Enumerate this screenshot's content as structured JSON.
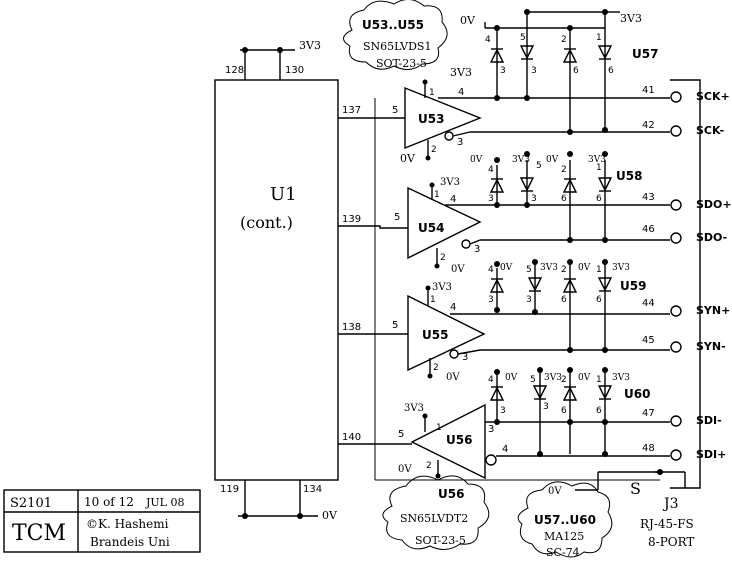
{
  "u1": {
    "name": "U1",
    "subtitle": "(cont.)"
  },
  "u1_pins": {
    "p128": "128",
    "p130": "130",
    "p119": "119",
    "p134": "134",
    "p137": "137",
    "p139": "139",
    "p138": "138",
    "p140": "140"
  },
  "rails": {
    "v33": "3V3",
    "v0": "0V"
  },
  "drivers": {
    "u53": {
      "label": "U53",
      "in_pin": "5",
      "vcc_pin": "1",
      "pos_pin": "4",
      "neg_pin": "3",
      "gnd_pin": "2"
    },
    "u54": {
      "label": "U54",
      "in_pin": "5",
      "vcc_pin": "1",
      "pos_pin": "4",
      "neg_pin": "3",
      "gnd_pin": "2"
    },
    "u55": {
      "label": "U55",
      "in_pin": "5",
      "vcc_pin": "1",
      "pos_pin": "4",
      "neg_pin": "3",
      "gnd_pin": "2"
    },
    "u56": {
      "label": "U56",
      "in_pin": "5",
      "vcc_pin": "1",
      "pos_pin": "3",
      "neg_pin": "4",
      "gnd_pin": "2"
    }
  },
  "protection": {
    "u57": "U57",
    "u58": "U58",
    "u59": "U59",
    "u60": "U60",
    "diode_pins_top": [
      "4",
      "5",
      "2",
      "1"
    ],
    "diode_pins_bottom": [
      "3",
      "3",
      "6",
      "6"
    ]
  },
  "connector": {
    "name": "J3",
    "desc_line1": "RJ-45-FS",
    "desc_line2": "8-PORT",
    "shield": "S",
    "pins": [
      {
        "num": "41",
        "signal": "SCK+"
      },
      {
        "num": "42",
        "signal": "SCK-"
      },
      {
        "num": "43",
        "signal": "SDO+"
      },
      {
        "num": "46",
        "signal": "SDO-"
      },
      {
        "num": "44",
        "signal": "SYN+"
      },
      {
        "num": "45",
        "signal": "SYN-"
      },
      {
        "num": "47",
        "signal": "SDI-"
      },
      {
        "num": "48",
        "signal": "SDI+"
      }
    ]
  },
  "clouds": {
    "top": {
      "line1": "U53..U55",
      "line2": "SN65LVDS1",
      "line3": "SOT-23-5"
    },
    "u56": {
      "line1": "U56",
      "line2": "SN65LVDT2",
      "line3": "SOT-23-5"
    },
    "u57": {
      "line1": "U57..U60",
      "line2": "MA125",
      "line3": "SC-74"
    }
  },
  "title_block": {
    "sheet": "S2101",
    "page": "10 of 12",
    "date": "JUL 08",
    "project": "TCM",
    "author": "©K. Hashemi",
    "org": "Brandeis Uni"
  }
}
